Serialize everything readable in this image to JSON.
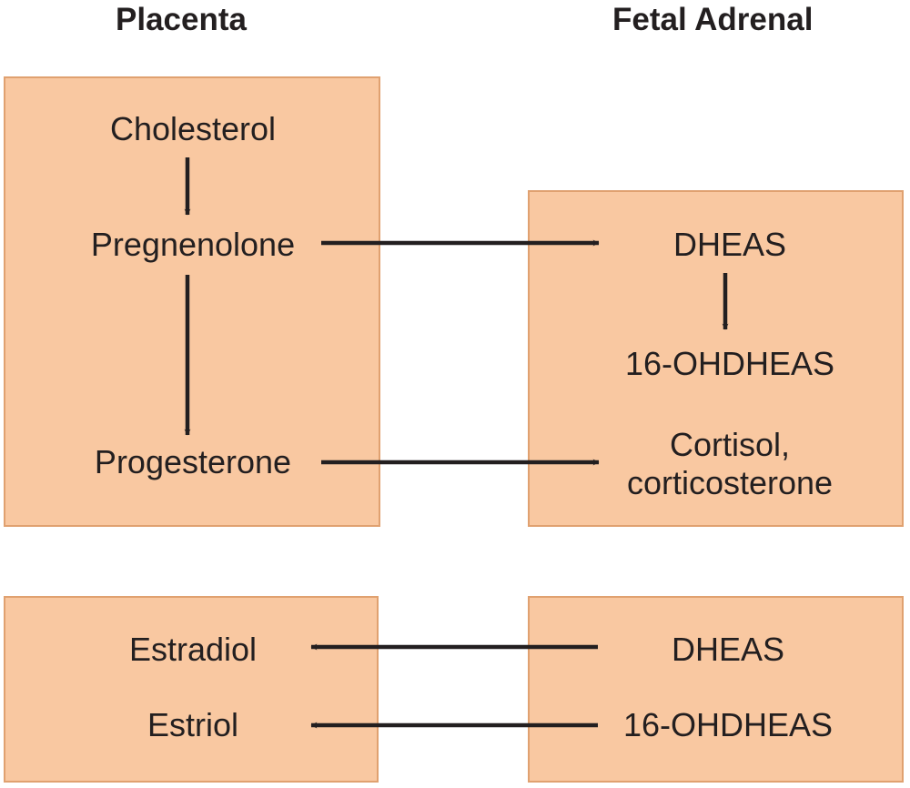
{
  "headers": {
    "left": "Placenta",
    "right": "Fetal Adrenal"
  },
  "placenta_top": {
    "cholesterol": "Cholesterol",
    "pregnenolone": "Pregnenolone",
    "progesterone": "Progesterone"
  },
  "adrenal_top": {
    "dheas": "DHEAS",
    "ohdheas": "16-OHDHEAS",
    "cortisol_line1": "Cortisol,",
    "cortisol_line2": "corticosterone"
  },
  "placenta_bottom": {
    "estradiol": "Estradiol",
    "estriol": "Estriol"
  },
  "adrenal_bottom": {
    "dheas": "DHEAS",
    "ohdheas": "16-OHDHEAS"
  },
  "colors": {
    "box_fill": "#f9c8a1",
    "box_border": "#e0a170",
    "text": "#231f20"
  }
}
